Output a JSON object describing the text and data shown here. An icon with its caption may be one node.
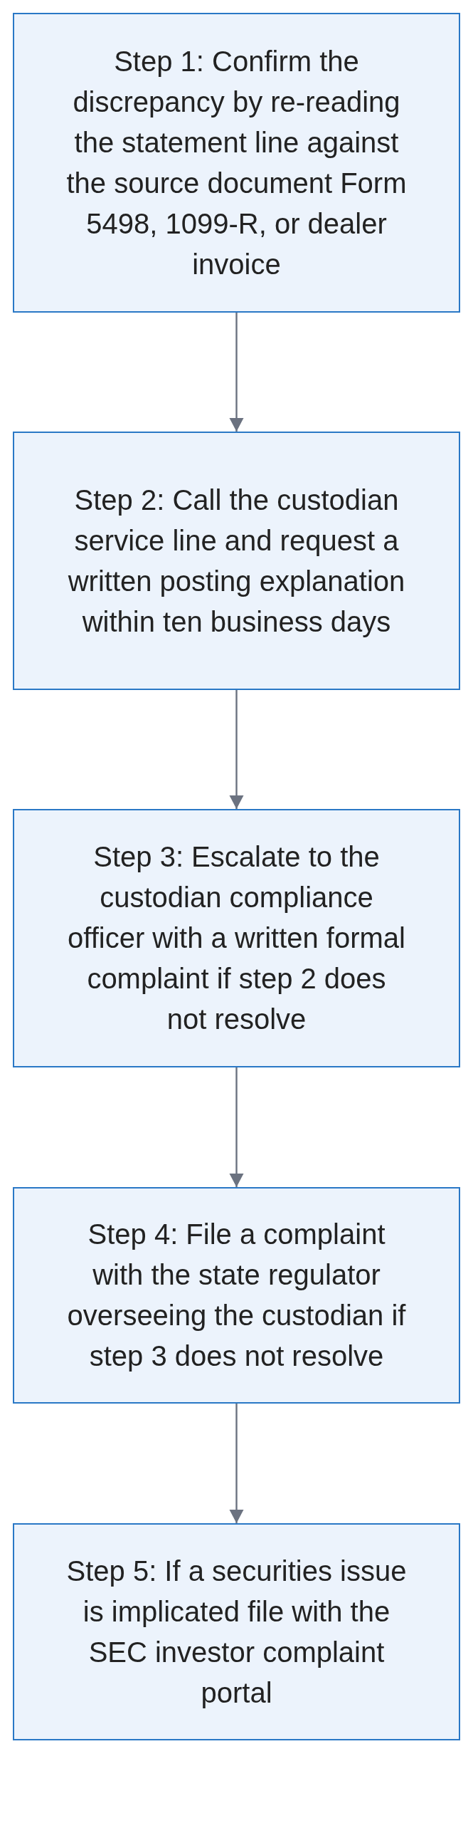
{
  "diagram": {
    "nodes": [
      {
        "text": [
          "Step 1: Confirm the discrepancy by re-reading the statement line against the source document Form 5498, 1099-R, or dealer invoice"
        ]
      },
      {
        "text": [
          "Step 2: Call the custodian service line and request a written posting explanation within ten business days"
        ]
      },
      {
        "text": [
          "Step 3: Escalate to the custodian compliance officer with a written formal complaint if step 2 does not resolve"
        ]
      },
      {
        "text": [
          "Step 4: File a complaint with the state regulator overseeing the custodian if step 3 does not resolve"
        ]
      },
      {
        "text": [
          "Step 5: If a securities issue is implicated file with the SEC investor complaint portal"
        ]
      }
    ],
    "edges": [
      {
        "from": 0,
        "to": 1,
        "arrow": "to"
      },
      {
        "from": 1,
        "to": 2,
        "arrow": "to"
      },
      {
        "from": 2,
        "to": 3,
        "arrow": "to"
      },
      {
        "from": 3,
        "to": 4,
        "arrow": "to"
      }
    ]
  }
}
